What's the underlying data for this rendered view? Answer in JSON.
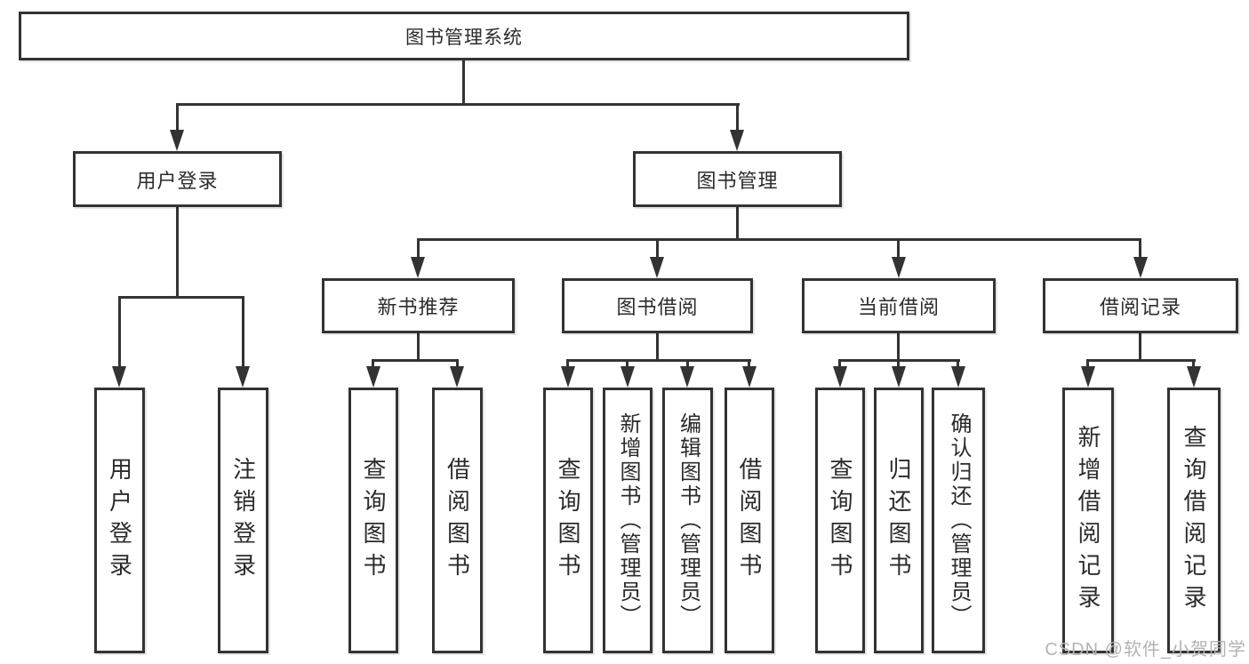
{
  "diagram_title": "图书管理系统",
  "colors": {
    "line": "#333333",
    "text": "#2b2b2b",
    "box_background": "#ffffff",
    "watermark": "#b3b3b3"
  },
  "nodes": {
    "root": {
      "label": "图书管理系统"
    },
    "branches": [
      {
        "label": "用户登录"
      },
      {
        "label": "图书管理"
      }
    ],
    "modules": [
      {
        "label": "新书推荐",
        "parent": "图书管理"
      },
      {
        "label": "图书借阅",
        "parent": "图书管理"
      },
      {
        "label": "当前借阅",
        "parent": "图书管理"
      },
      {
        "label": "借阅记录",
        "parent": "图书管理"
      }
    ],
    "leaves": [
      {
        "label": "用户登录",
        "parent": "用户登录"
      },
      {
        "label": "注销登录",
        "parent": "用户登录"
      },
      {
        "label": "查询图书",
        "parent": "新书推荐"
      },
      {
        "label": "借阅图书",
        "parent": "新书推荐"
      },
      {
        "label": "查询图书",
        "parent": "图书借阅"
      },
      {
        "label": "新增图书（管理员）",
        "parent": "图书借阅"
      },
      {
        "label": "编辑图书（管理员）",
        "parent": "图书借阅"
      },
      {
        "label": "借阅图书",
        "parent": "图书借阅"
      },
      {
        "label": "查询图书",
        "parent": "当前借阅"
      },
      {
        "label": "归还图书",
        "parent": "当前借阅"
      },
      {
        "label": "确认归还（管理员）",
        "parent": "当前借阅"
      },
      {
        "label": "新增借阅记录",
        "parent": "借阅记录"
      },
      {
        "label": "查询借阅记录",
        "parent": "借阅记录"
      }
    ]
  },
  "watermark": {
    "text": "CSDN @软件_小贺同学"
  }
}
